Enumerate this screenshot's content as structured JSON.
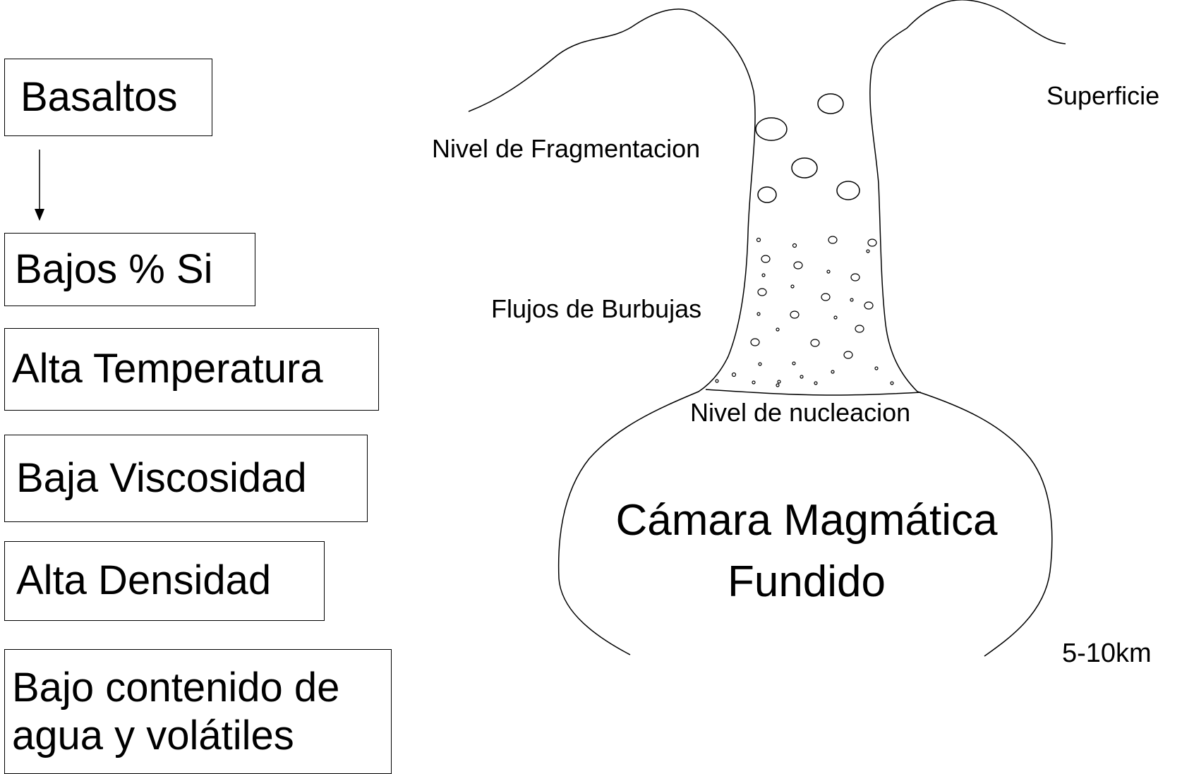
{
  "boxes": [
    {
      "id": "basaltos",
      "text": "Basaltos"
    },
    {
      "id": "si",
      "text": "Bajos % Si"
    },
    {
      "id": "temp",
      "text": "Alta Temperatura"
    },
    {
      "id": "visc",
      "text": "Baja Viscosidad"
    },
    {
      "id": "dens",
      "text": "Alta Densidad"
    },
    {
      "id": "agua",
      "text": "Bajo contenido de agua y volátiles"
    }
  ],
  "labels": {
    "superficie": "Superficie",
    "fragmentacion": "Nivel de Fragmentacion",
    "burbujas": "Flujos de Burbujas",
    "nucleacion": "Nivel de nucleacion",
    "camara_line1": "Cámara Magmática",
    "camara_line2": "Fundido",
    "profundidad": "5-10km"
  }
}
